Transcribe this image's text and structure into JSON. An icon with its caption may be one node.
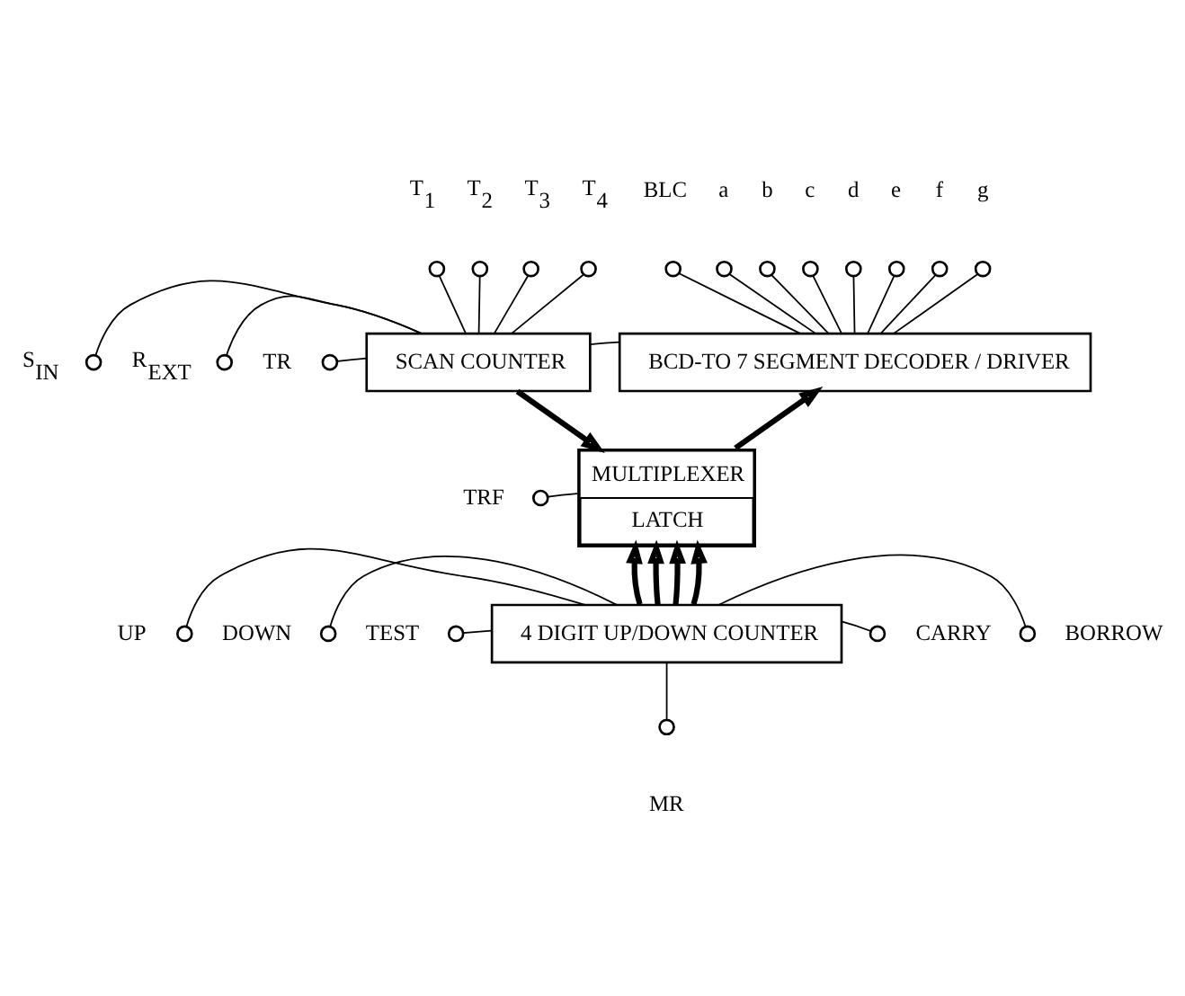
{
  "diagram": {
    "nodes": [
      {
        "text": [
          "SCAN COUNTER"
        ]
      },
      {
        "text": [
          "BCD-TO 7 SEGMENT DECODER / DRIVER"
        ]
      },
      {
        "text": [
          "MULTIPLEXER",
          "LATCH"
        ]
      },
      {
        "text": [
          "4 DIGIT UP/DOWN COUNTER"
        ]
      },
      {
        "text": [],
        "shape": "circle",
        "beside": [
          "T$_{1}$"
        ]
      },
      {
        "text": [],
        "shape": "circle",
        "beside": [
          "T$_{2}$"
        ]
      },
      {
        "text": [],
        "shape": "circle",
        "beside": [
          "T$_{3}$"
        ]
      },
      {
        "text": [],
        "shape": "circle",
        "beside": [
          "T$_{4}$"
        ]
      },
      {
        "text": [],
        "shape": "circle",
        "beside": [
          "BLC"
        ]
      },
      {
        "text": [],
        "shape": "circle",
        "beside": [
          "a"
        ]
      },
      {
        "text": [],
        "shape": "circle",
        "beside": [
          "b"
        ]
      },
      {
        "text": [],
        "shape": "circle",
        "beside": [
          "c"
        ]
      },
      {
        "text": [],
        "shape": "circle",
        "beside": [
          "d"
        ]
      },
      {
        "text": [],
        "shape": "circle",
        "beside": [
          "e"
        ]
      },
      {
        "text": [],
        "shape": "circle",
        "beside": [
          "f"
        ]
      },
      {
        "text": [],
        "shape": "circle",
        "beside": [
          "g"
        ]
      },
      {
        "text": [],
        "shape": "circle",
        "beside": [
          "S$_{IN}$"
        ]
      },
      {
        "text": [],
        "shape": "circle",
        "beside": [
          "R$_{EXT}$"
        ]
      },
      {
        "text": [],
        "shape": "circle",
        "beside": [
          "TR"
        ]
      },
      {
        "text": [],
        "shape": "circle",
        "beside": [
          "TRF"
        ]
      },
      {
        "text": [],
        "shape": "circle",
        "beside": [
          "UP"
        ]
      },
      {
        "text": [],
        "shape": "circle",
        "beside": [
          "DOWN"
        ]
      },
      {
        "text": [],
        "shape": "circle",
        "beside": [
          "TEST"
        ]
      },
      {
        "text": [],
        "shape": "circle",
        "beside": [
          "CARRY"
        ]
      },
      {
        "text": [],
        "shape": "circle",
        "beside": [
          "BORROW"
        ]
      },
      {
        "text": [],
        "shape": "circle",
        "beside": [
          "MR"
        ]
      }
    ],
    "edges": [
      {
        "from": 4,
        "to": 0,
        "arrow": "none"
      },
      {
        "from": 5,
        "to": 0,
        "arrow": "none"
      },
      {
        "from": 6,
        "to": 0,
        "arrow": "none"
      },
      {
        "from": 7,
        "to": 0,
        "arrow": "none"
      },
      {
        "from": 8,
        "to": 1,
        "arrow": "none"
      },
      {
        "from": 9,
        "to": 1,
        "arrow": "none"
      },
      {
        "from": 10,
        "to": 1,
        "arrow": "none"
      },
      {
        "from": 11,
        "to": 1,
        "arrow": "none"
      },
      {
        "from": 12,
        "to": 1,
        "arrow": "none"
      },
      {
        "from": 13,
        "to": 1,
        "arrow": "none"
      },
      {
        "from": 14,
        "to": 1,
        "arrow": "none"
      },
      {
        "from": 15,
        "to": 1,
        "arrow": "none"
      },
      {
        "from": 16,
        "to": 0,
        "arrow": "none"
      },
      {
        "from": 17,
        "to": 0,
        "arrow": "none"
      },
      {
        "from": 18,
        "to": 0,
        "arrow": "none"
      },
      {
        "from": 0,
        "to": 1,
        "arrow": "none"
      },
      {
        "from": 0,
        "to": 2,
        "arrow": "to",
        "style": "thick"
      },
      {
        "from": 2,
        "to": 1,
        "arrow": "to",
        "style": "thick"
      },
      {
        "from": 19,
        "to": 2,
        "arrow": "none"
      },
      {
        "from": 3,
        "to": 2,
        "arrow": "to",
        "style": "thick"
      },
      {
        "from": 3,
        "to": 2,
        "arrow": "to",
        "style": "thick"
      },
      {
        "from": 3,
        "to": 2,
        "arrow": "to",
        "style": "thick"
      },
      {
        "from": 3,
        "to": 2,
        "arrow": "to",
        "style": "thick"
      },
      {
        "from": 20,
        "to": 3,
        "arrow": "none"
      },
      {
        "from": 21,
        "to": 3,
        "arrow": "none"
      },
      {
        "from": 22,
        "to": 3,
        "arrow": "none"
      },
      {
        "from": 3,
        "to": 23,
        "arrow": "none"
      },
      {
        "from": 3,
        "to": 24,
        "arrow": "none"
      },
      {
        "from": 3,
        "to": 25,
        "arrow": "none"
      }
    ]
  }
}
